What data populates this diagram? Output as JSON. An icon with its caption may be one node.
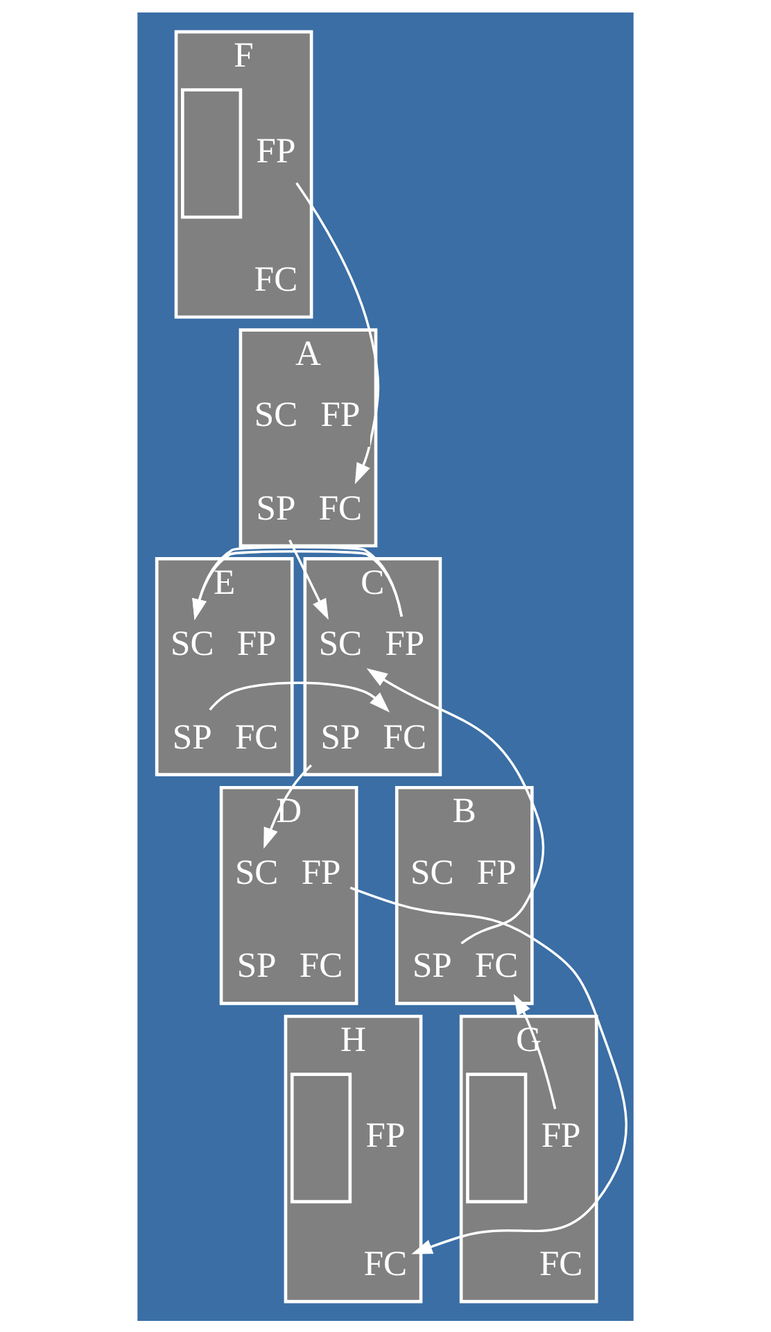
{
  "diagram": {
    "nodes": [
      {
        "text": [
          "F"
        ]
      },
      {
        "text": [],
        "shape": "box",
        "in": 0
      },
      {
        "text": [
          "FP"
        ],
        "in": 0
      },
      {
        "text": [
          "FC"
        ],
        "in": 0
      },
      {
        "text": [
          "A"
        ]
      },
      {
        "text": [
          "SC"
        ],
        "in": 4
      },
      {
        "text": [
          "FP"
        ],
        "in": 4
      },
      {
        "text": [
          "SP"
        ],
        "in": 4
      },
      {
        "text": [
          "FC"
        ],
        "in": 4
      },
      {
        "text": [
          "C"
        ]
      },
      {
        "text": [
          "SC"
        ],
        "in": 9
      },
      {
        "text": [
          "FP"
        ],
        "in": 9
      },
      {
        "text": [
          "SP"
        ],
        "in": 9
      },
      {
        "text": [
          "FC"
        ],
        "in": 9
      },
      {
        "text": [
          "E"
        ]
      },
      {
        "text": [
          "SC"
        ],
        "in": 14
      },
      {
        "text": [
          "FP"
        ],
        "in": 14
      },
      {
        "text": [
          "SP"
        ],
        "in": 14
      },
      {
        "text": [
          "FC"
        ],
        "in": 14
      },
      {
        "text": [
          "B"
        ]
      },
      {
        "text": [
          "SC"
        ],
        "in": 19
      },
      {
        "text": [
          "FP"
        ],
        "in": 19
      },
      {
        "text": [
          "SP"
        ],
        "in": 19
      },
      {
        "text": [
          "FC"
        ],
        "in": 19
      },
      {
        "text": [
          "D"
        ]
      },
      {
        "text": [
          "SC"
        ],
        "in": 24
      },
      {
        "text": [
          "FP"
        ],
        "in": 24
      },
      {
        "text": [
          "SP"
        ],
        "in": 24
      },
      {
        "text": [
          "FC"
        ],
        "in": 24
      },
      {
        "text": [
          "G"
        ]
      },
      {
        "text": [],
        "shape": "box",
        "in": 29
      },
      {
        "text": [
          "FP"
        ],
        "in": 29
      },
      {
        "text": [
          "FC"
        ],
        "in": 29
      },
      {
        "text": [
          "H"
        ]
      },
      {
        "text": [],
        "shape": "box",
        "in": 33
      },
      {
        "text": [
          "FP"
        ],
        "in": 33
      },
      {
        "text": [
          "FC"
        ],
        "in": 33
      }
    ],
    "edges": [
      {
        "from": 2,
        "to": 8,
        "arrow": "to"
      },
      {
        "from": 7,
        "to": 10,
        "arrow": "to"
      },
      {
        "from": 22,
        "to": 10,
        "arrow": "to"
      },
      {
        "from": 11,
        "to": 15,
        "arrow": "to"
      },
      {
        "from": 17,
        "to": 13,
        "arrow": "to"
      },
      {
        "from": 12,
        "to": 25,
        "arrow": "to"
      },
      {
        "from": 31,
        "to": 23,
        "arrow": "to"
      },
      {
        "from": 26,
        "to": 36,
        "arrow": "to"
      }
    ]
  }
}
